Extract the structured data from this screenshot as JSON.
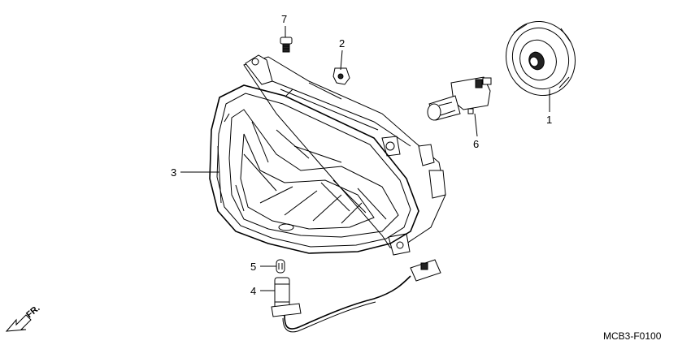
{
  "callouts": {
    "c1": "1",
    "c2": "2",
    "c3": "3",
    "c4": "4",
    "c5": "5",
    "c6": "6",
    "c7": "7"
  },
  "direction_label": "FR.",
  "diagram_code": "MCB3-F0100",
  "parts": [
    {
      "id": "1",
      "icon": "dust-cover-icon"
    },
    {
      "id": "2",
      "icon": "clip-icon"
    },
    {
      "id": "3",
      "icon": "headlight-unit-icon"
    },
    {
      "id": "4",
      "icon": "socket-icon"
    },
    {
      "id": "5",
      "icon": "bulb-icon"
    },
    {
      "id": "6",
      "icon": "halogen-bulb-icon"
    },
    {
      "id": "7",
      "icon": "screw-icon"
    }
  ]
}
